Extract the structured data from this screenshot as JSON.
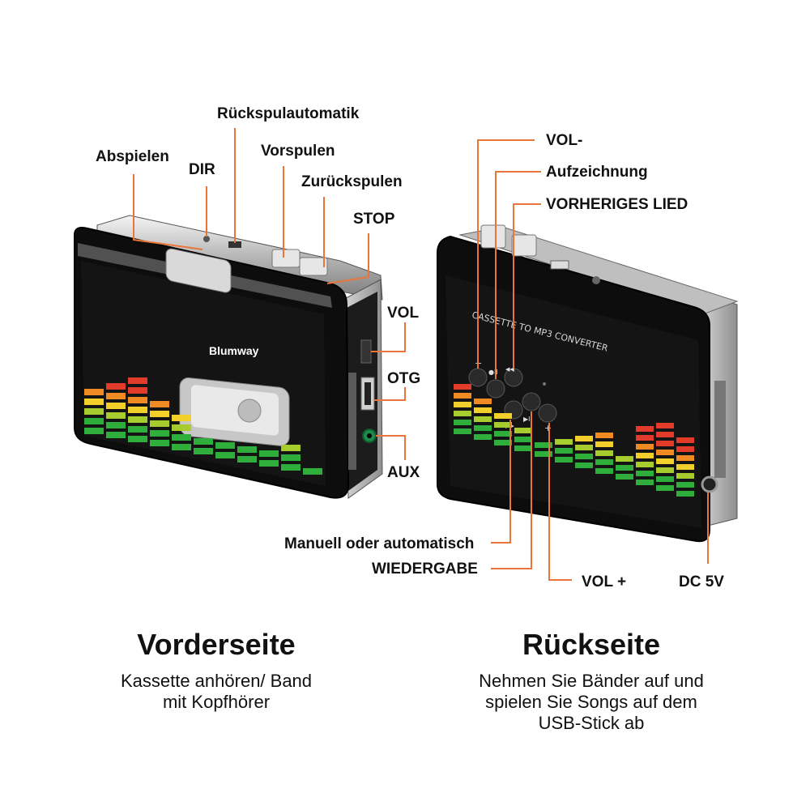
{
  "colors": {
    "leader": "#e8763a",
    "body": "#0d0d0d",
    "chrome": "#c8c8c8",
    "eq_red": "#e23b2a",
    "eq_orange": "#f08a22",
    "eq_yellow": "#f3cf2c",
    "eq_lime": "#a7cc2e",
    "eq_green": "#2fae3c"
  },
  "front": {
    "brand": "Blumway",
    "labels": {
      "abspielen": "Abspielen",
      "dir": "DIR",
      "rueckspulautomatik": "Rückspulautomatik",
      "vorspulen": "Vorspulen",
      "zurueckspulen": "Zurückspulen",
      "stop": "STOP",
      "vol": "VOL",
      "otg": "OTG",
      "aux": "AUX"
    },
    "title": "Vorderseite",
    "subtitle": "Kassette anhören/ Band\nmit Kopfhörer"
  },
  "back": {
    "panel_text": "CASSETTE TO MP3 CONVERTER",
    "labels": {
      "vol_minus": "VOL-",
      "aufzeichnung": "Aufzeichnung",
      "vorheriges_lied": "VORHERIGES LIED",
      "manuell": "Manuell oder automatisch",
      "wiedergabe": "WIEDERGABE",
      "vol_plus": "VOL +",
      "dc5v": "DC 5V"
    },
    "button_glyphs": {
      "minus": "−",
      "rec": "●II",
      "prev": "◀◀",
      "next": "▶▶",
      "play": "▶II",
      "plus": "+"
    },
    "title": "Rückseite",
    "subtitle": "Nehmen Sie Bänder auf und\nspielen Sie Songs auf dem\nUSB-Stick ab"
  }
}
